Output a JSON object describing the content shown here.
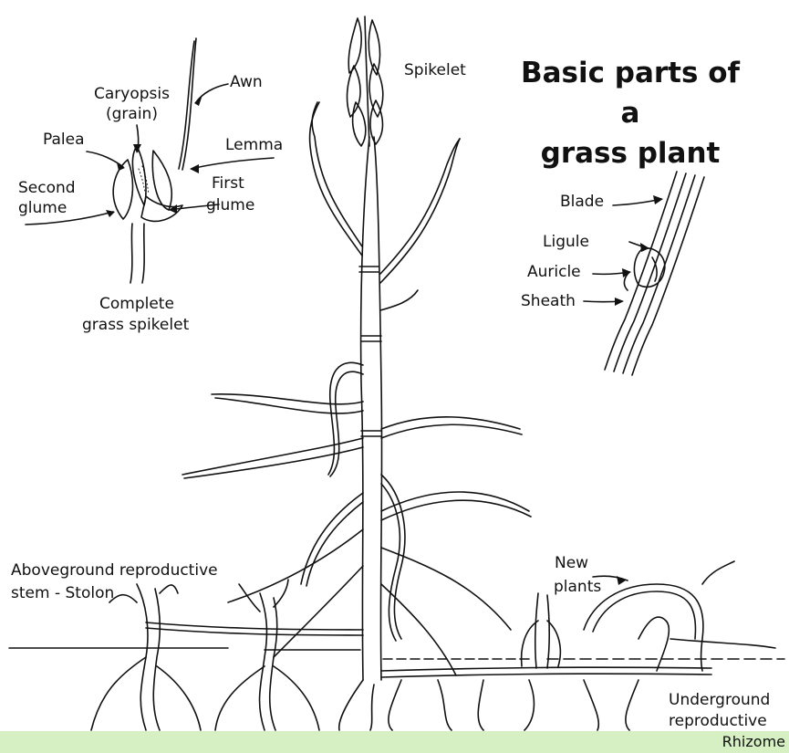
{
  "diagram": {
    "title_line1": "Basic parts of a",
    "title_line2": "grass plant",
    "labels": {
      "awn": "Awn",
      "caryopsis_1": "Caryopsis",
      "caryopsis_2": "(grain)",
      "palea": "Palea",
      "lemma": "Lemma",
      "second_glume_1": "Second",
      "second_glume_2": "glume",
      "first_glume_1": "First",
      "first_glume_2": "glume",
      "complete_spikelet_1": "Complete",
      "complete_spikelet_2": "grass spikelet",
      "spikelet": "Spikelet",
      "blade": "Blade",
      "ligule": "Ligule",
      "auricle": "Auricle",
      "sheath": "Sheath",
      "stolon_1": "Aboveground  reproductive",
      "stolon_2": "stem - Stolon",
      "new_plants_1": "New",
      "new_plants_2": "plants",
      "rhizome_1": "Underground",
      "rhizome_2": "reproductive",
      "rhizome_3": "Rhizome"
    },
    "colors": {
      "ink": "#111111",
      "bar": "#d6f0c4"
    }
  }
}
